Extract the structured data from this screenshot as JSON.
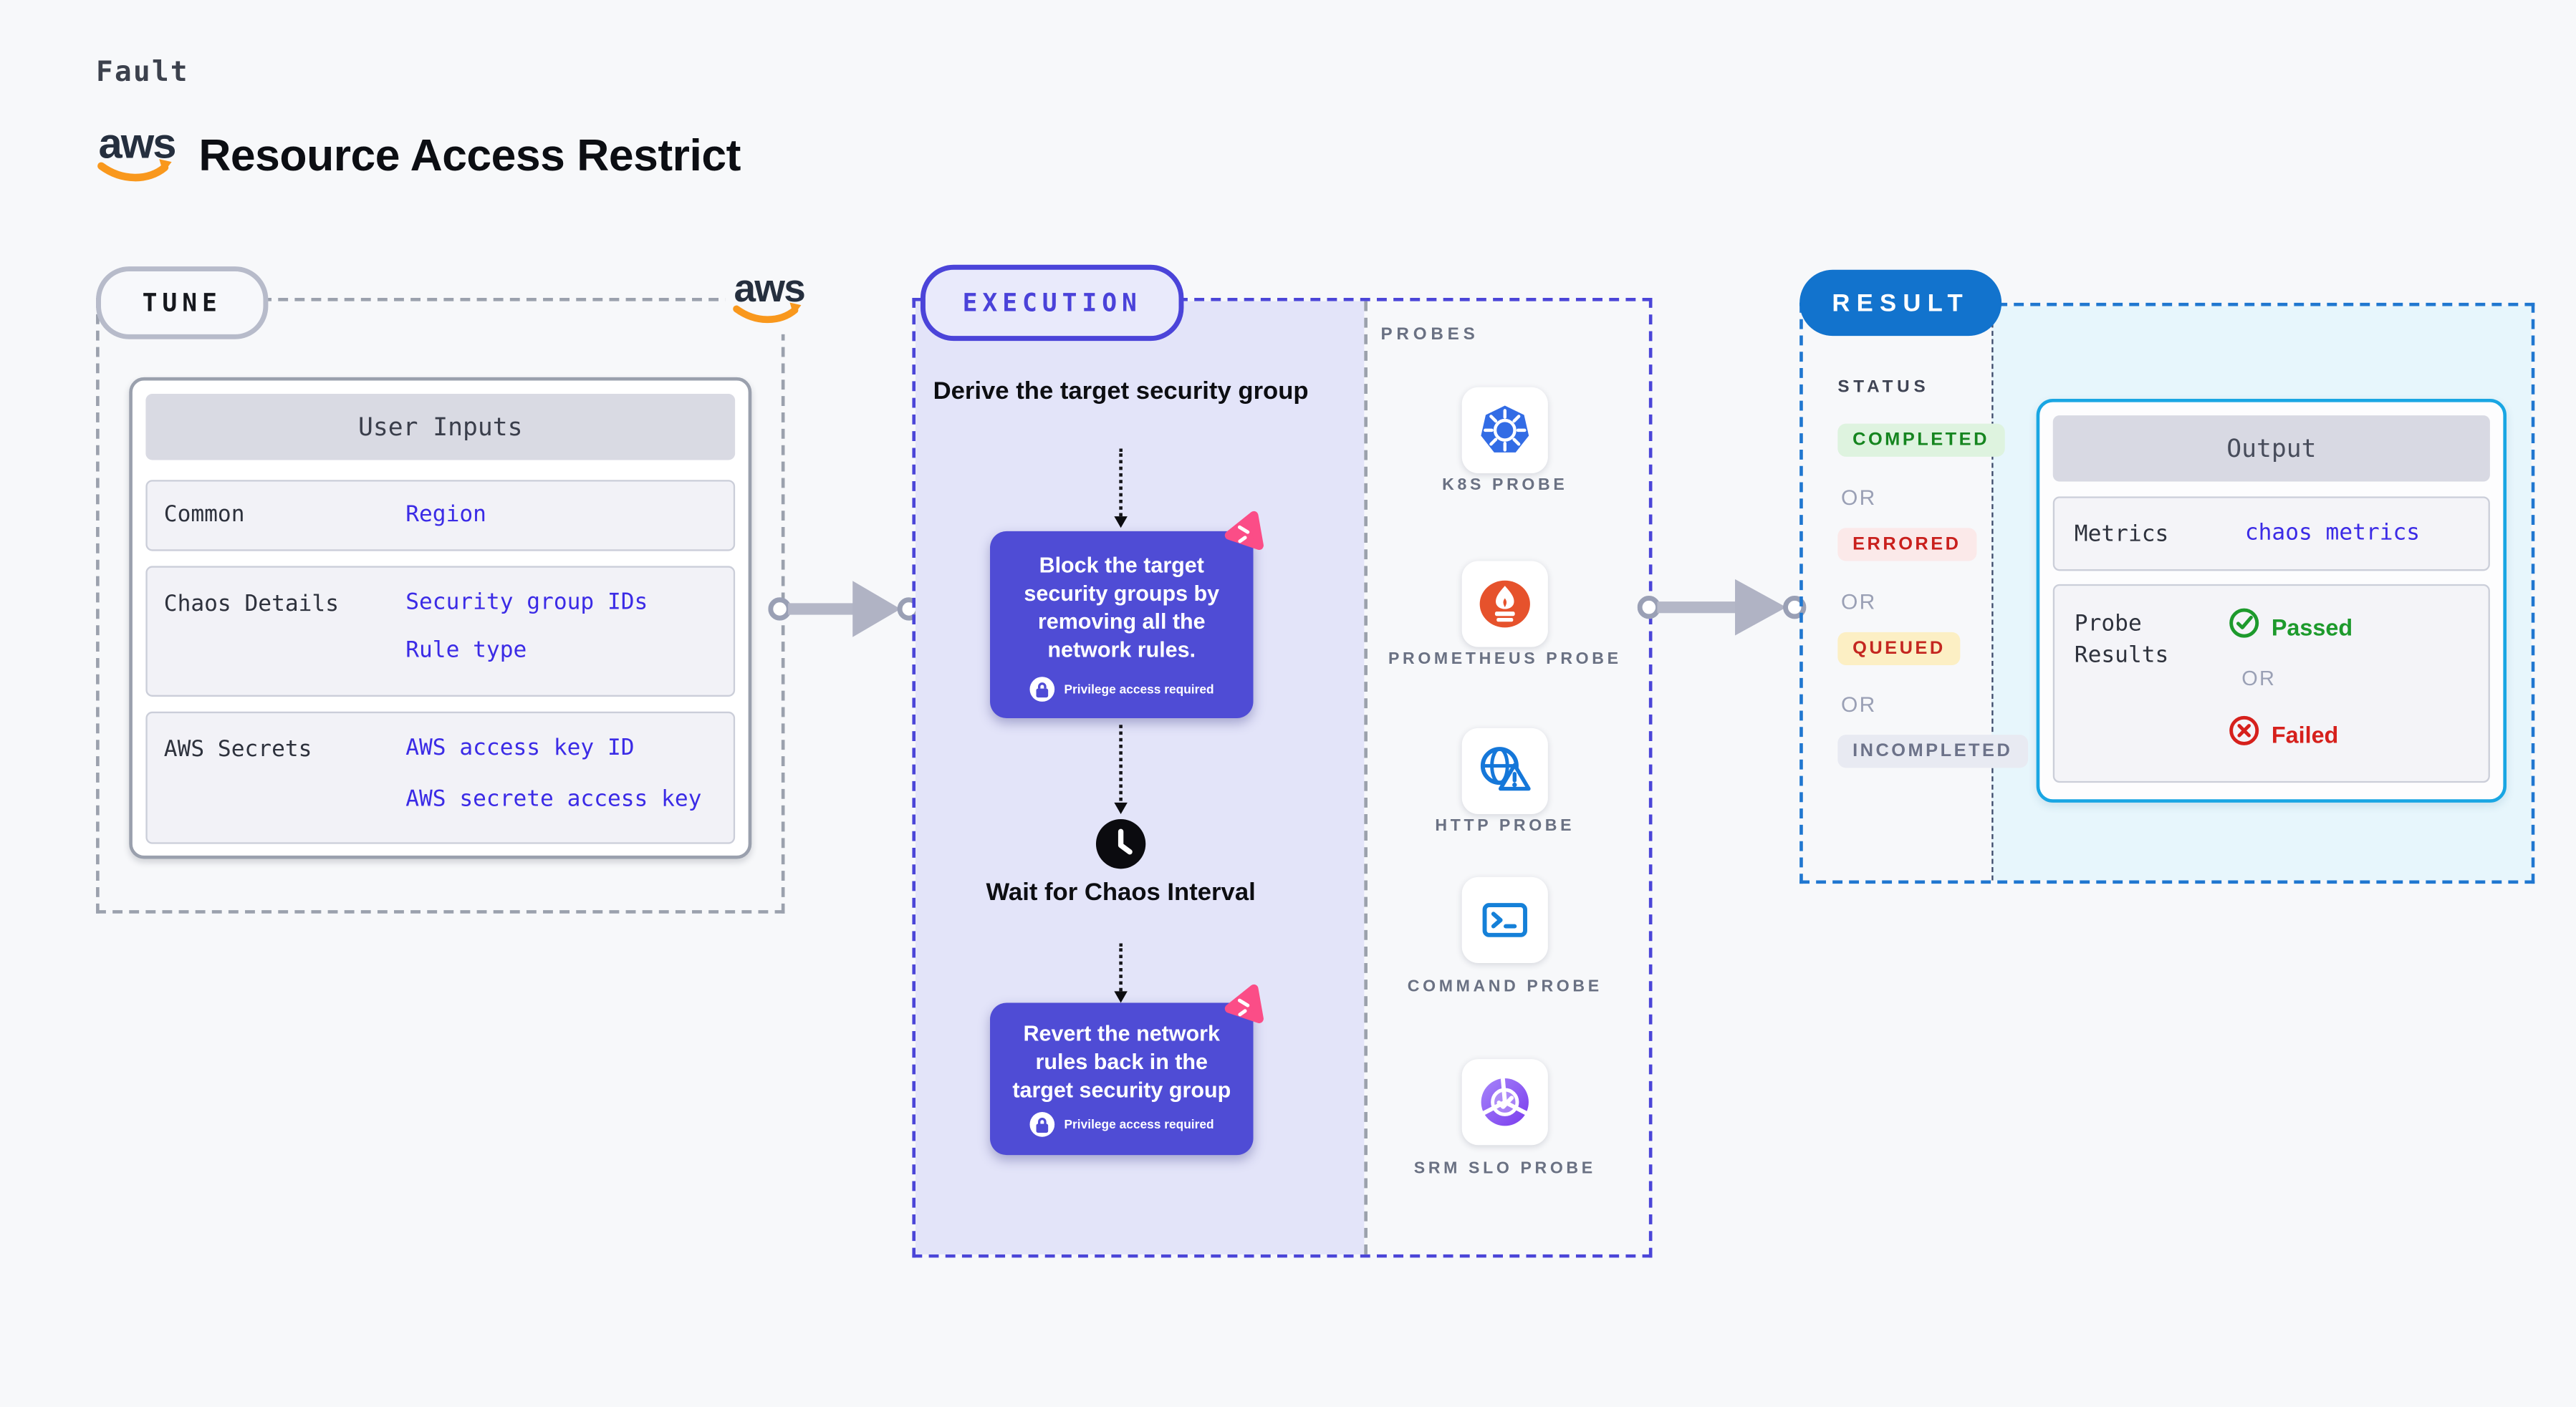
{
  "header": {
    "eyebrow": "Fault",
    "title": "Resource Access Restrict",
    "aws_logo_text": "aws"
  },
  "tune": {
    "label": "TUNE",
    "table": {
      "header": "User Inputs",
      "rows": [
        {
          "label": "Common",
          "values": [
            "Region"
          ]
        },
        {
          "label": "Chaos Details",
          "values": [
            "Security group IDs",
            "Rule type"
          ]
        },
        {
          "label": "AWS Secrets",
          "values": [
            "AWS access key ID",
            "AWS secrete access key"
          ]
        }
      ]
    }
  },
  "execution": {
    "label": "EXECUTION",
    "derive_step": "Derive the target security group",
    "block_step": {
      "text": "Block the target security groups by removing all the network rules.",
      "badge": "Privilege access required"
    },
    "wait_step": "Wait for Chaos Interval",
    "revert_step": {
      "text": "Revert the network rules back in the target security group",
      "badge": "Privilege access required"
    },
    "probes": {
      "label": "PROBES",
      "items": [
        {
          "icon": "kubernetes-icon",
          "label": "K8S PROBE"
        },
        {
          "icon": "prometheus-icon",
          "label": "PROMETHEUS PROBE"
        },
        {
          "icon": "http-globe-warning-icon",
          "label": "HTTP PROBE"
        },
        {
          "icon": "terminal-icon",
          "label": "COMMAND PROBE"
        },
        {
          "icon": "slo-donut-check-icon",
          "label": "SRM SLO PROBE"
        }
      ]
    }
  },
  "result": {
    "label": "RESULT",
    "status": {
      "label": "STATUS",
      "separator": "OR",
      "badges": [
        {
          "text": "COMPLETED",
          "type": "completed"
        },
        {
          "text": "ERRORED",
          "type": "errored"
        },
        {
          "text": "QUEUED",
          "type": "queued"
        },
        {
          "text": "INCOMPLETED",
          "type": "incompleted"
        }
      ]
    },
    "output": {
      "header": "Output",
      "metrics_label": "Metrics",
      "metrics_value": "chaos metrics",
      "probe_results_label": "Probe Results",
      "passed": "Passed",
      "or": "OR",
      "failed": "Failed"
    }
  },
  "colors": {
    "page_bg": "#f7f8fa",
    "execution_accent": "#4b44d9",
    "execution_fill": "#e3e4f9",
    "chaos_box": "#4f4cd5",
    "chaos_logo_pink": "#fb4d87",
    "result_accent": "#1273cd",
    "output_accent": "#19a6e3",
    "output_fill": "#e7f6fc",
    "link_blue": "#3b2be6",
    "completed_green": "#15851f",
    "errored_red": "#c9201d",
    "queued_yellow_bg": "#fcefc4",
    "passed_green": "#1d9a2c",
    "failed_red": "#d6201c",
    "aws_orange": "#f9981d",
    "kubernetes_blue": "#326ce5",
    "prometheus_orange": "#e6522c"
  }
}
